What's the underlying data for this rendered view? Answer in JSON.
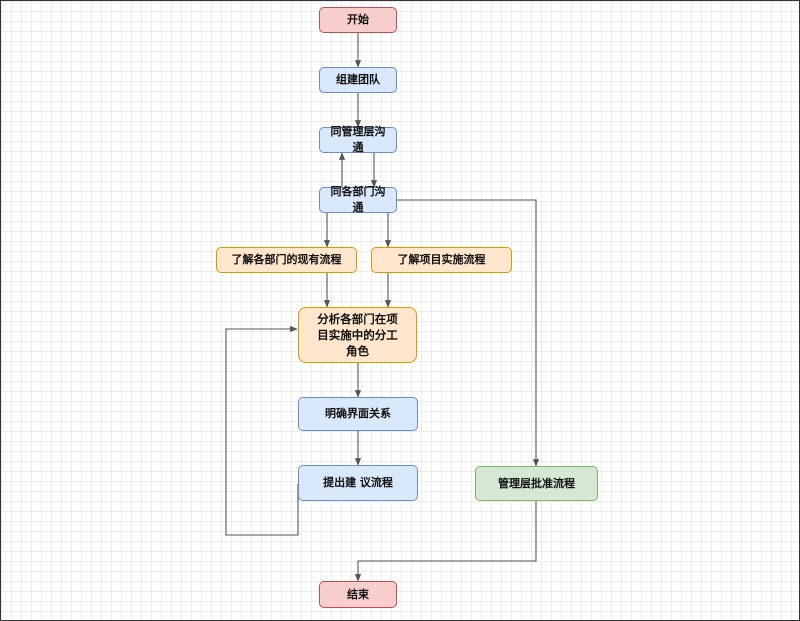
{
  "nodes": {
    "start": "开始",
    "build_team": "组建团队",
    "mgmt_comm": "同管理层沟通",
    "dept_comm": "同各部门沟通",
    "current_process": "了解各部门的现有流程",
    "project_process": "了解项目实施流程",
    "analyze_roles": "分析各部门在项目实施中的分工角色",
    "clarify_interface": "明确界面关系",
    "propose_process": "提出建 议流程",
    "mgmt_approval": "管理层批准流程",
    "end": "结束"
  },
  "colors": {
    "start_end_fill": "#f8cecc",
    "start_end_border": "#c0504d",
    "step_fill": "#dae8fc",
    "step_border": "#6c8ebf",
    "research_fill": "#ffe6cc",
    "research_border": "#d79b00",
    "approval_fill": "#d5e8d4",
    "approval_border": "#82b366",
    "edge": "#555555"
  }
}
